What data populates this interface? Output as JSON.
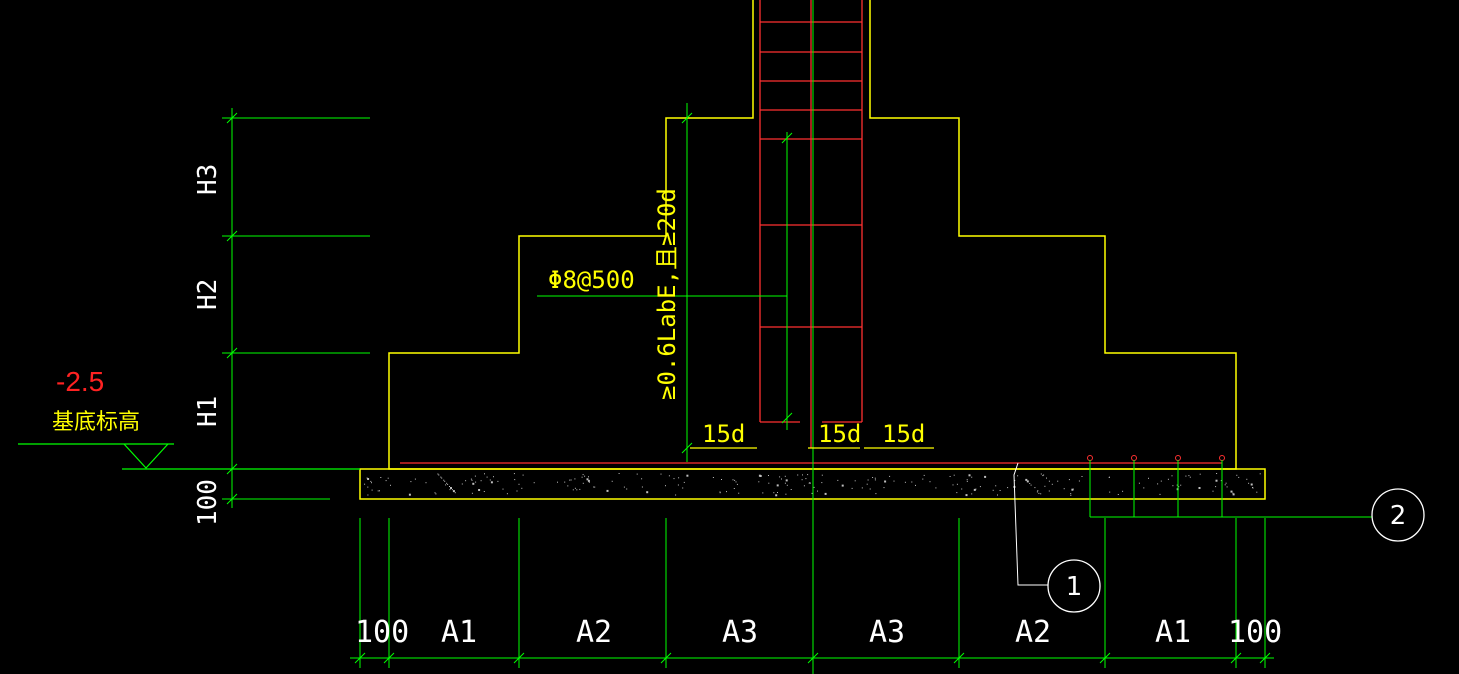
{
  "colors": {
    "background": "#000000",
    "outline": "#ffff00",
    "rebar": "#ff3030",
    "dimension": "#00ff00",
    "text": "#ffffff",
    "annotation": "#ffff00",
    "elevation_value": "#ff2222"
  },
  "elevation": {
    "value": "-2.5",
    "label": "基底标高"
  },
  "vertical_dims": {
    "h3": "H3",
    "h2": "H2",
    "h1": "H1",
    "pad": "100"
  },
  "horizontal_dims": {
    "left_pad": "100",
    "a1_left": "A1",
    "a2_left": "A2",
    "a3_left": "A3",
    "a3_right": "A3",
    "a2_right": "A2",
    "a1_right": "A1",
    "right_pad": "100"
  },
  "annotations": {
    "stirrup": "Φ8@500",
    "anchorage": "≥0.6LabE,且≥20d",
    "hook_left": "15d",
    "hook_mid": "15d",
    "hook_right": "15d"
  },
  "callouts": {
    "one": "1",
    "two": "2"
  }
}
